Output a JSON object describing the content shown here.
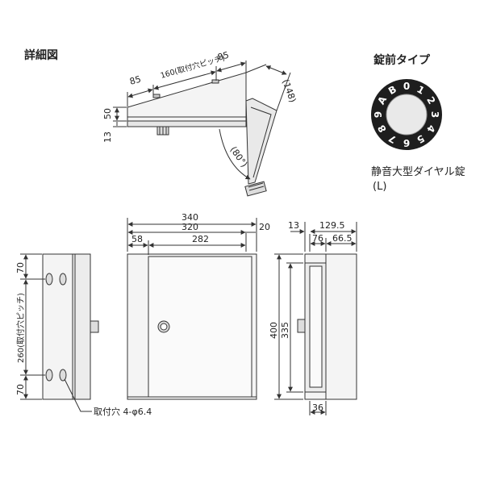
{
  "titles": {
    "detail": "詳細図",
    "lock": "錠前タイプ",
    "lock_name": "静音大型ダイヤル錠",
    "lock_sub": "(L)"
  },
  "dial": {
    "characters": [
      "A",
      "B",
      "0",
      "1",
      "2",
      "3",
      "4",
      "5",
      "6",
      "7",
      "8",
      "9"
    ]
  },
  "top_view": {
    "dim_left": "85",
    "dim_mid": "160(取付穴ピッチ)",
    "dim_right": "85",
    "dim_height": "50",
    "dim_bottom": "13",
    "dim_slant": "(148)",
    "dim_angle": "(80°)"
  },
  "side_left": {
    "dim_top": "70",
    "dim_mid": "260(取付穴ピッチ)",
    "dim_bottom": "70",
    "hole_note": "取付穴 4-φ6.4"
  },
  "front": {
    "dim_total": "340",
    "dim_inner": "320",
    "dim_right_gap": "20",
    "dim_left": "58",
    "dim_door": "282"
  },
  "side_right": {
    "dim_a": "13",
    "dim_b": "129.5",
    "dim_c": "76",
    "dim_d": "66.5",
    "dim_height": "400",
    "dim_inner_height": "335",
    "dim_bottom": "36"
  },
  "colors": {
    "line": "#333333",
    "panel": "#f2f2f2",
    "panel_dark": "#dcdcdc",
    "dial_dark": "#1e1e1e",
    "dial_face": "#e9e9e9"
  }
}
